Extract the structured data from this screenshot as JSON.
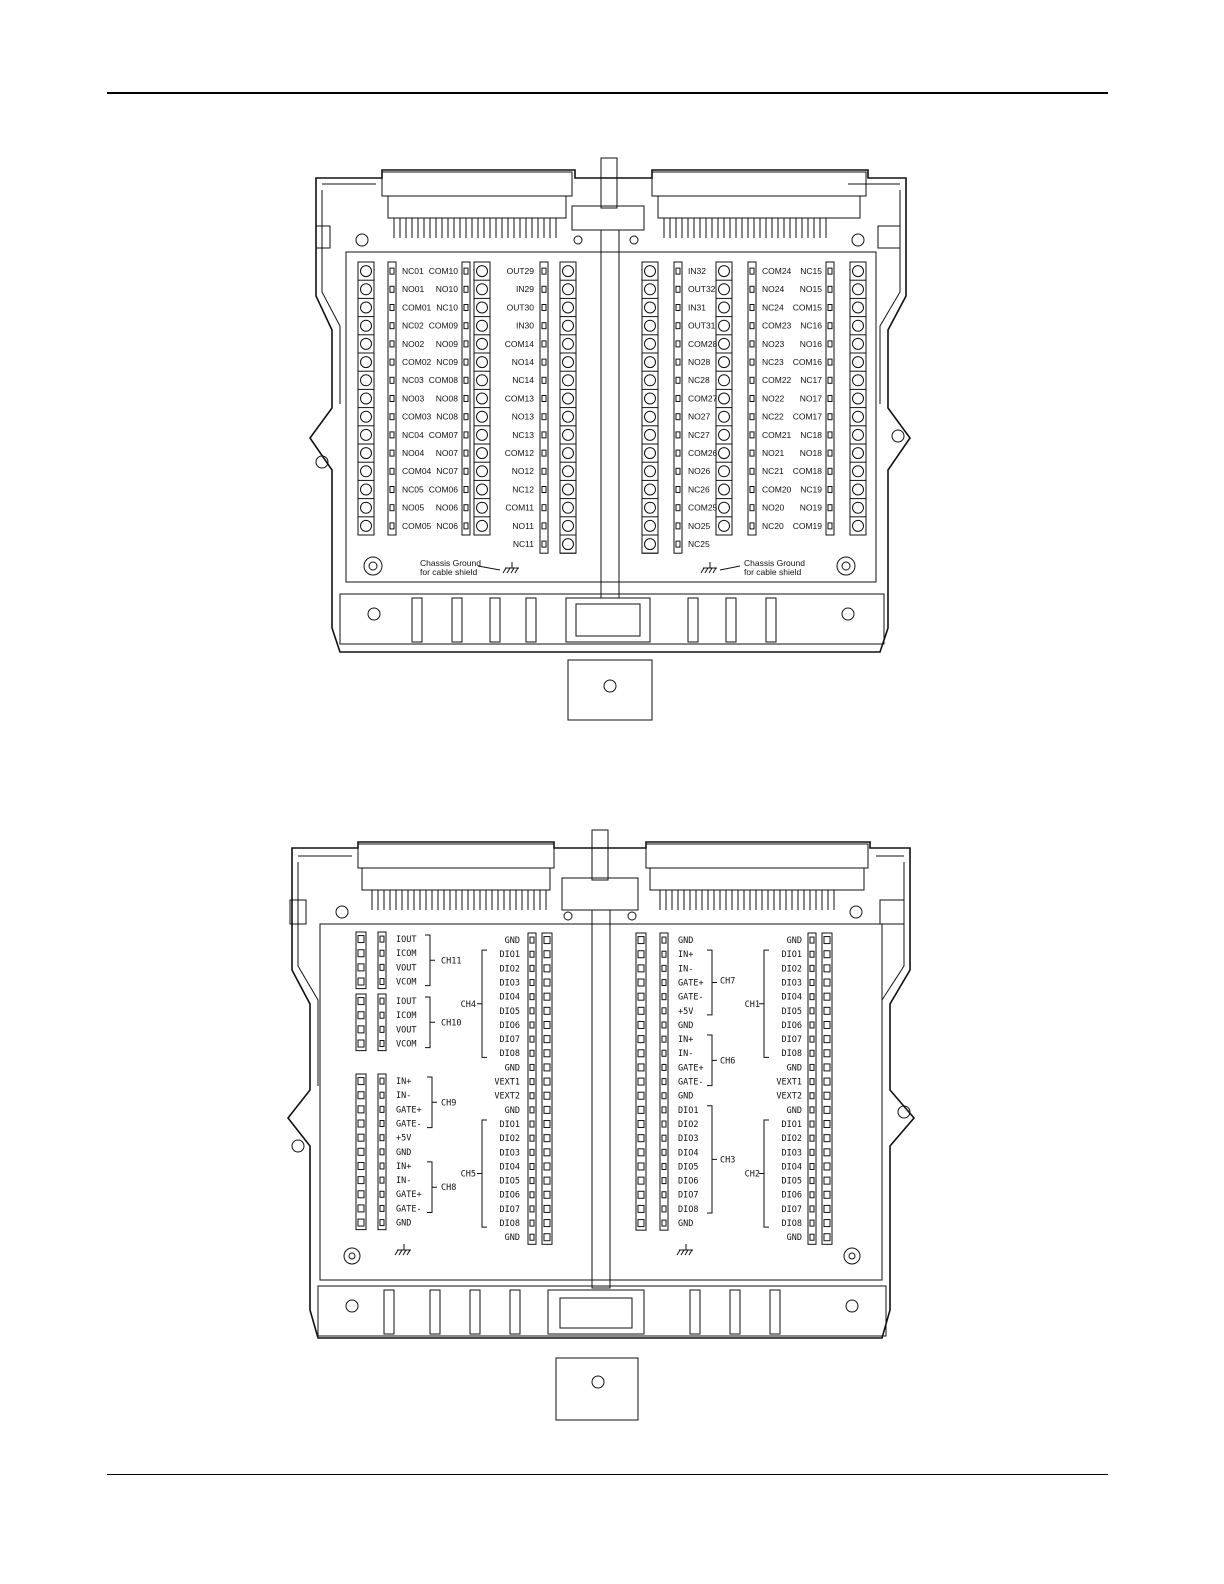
{
  "diagram1": {
    "blockA": {
      "left": [
        "NC01",
        "NO01",
        "COM01",
        "NC02",
        "NO02",
        "COM02",
        "NC03",
        "NO03",
        "COM03",
        "NC04",
        "NO04",
        "COM04",
        "NC05",
        "NO05",
        "COM05"
      ],
      "right": [
        "COM10",
        "NO10",
        "NC10",
        "COM09",
        "NO09",
        "NC09",
        "COM08",
        "NO08",
        "NC08",
        "COM07",
        "NO07",
        "NC07",
        "COM06",
        "NO06",
        "NC06"
      ]
    },
    "blockB": [
      "OUT29",
      "IN29",
      "OUT30",
      "IN30",
      "COM14",
      "NO14",
      "NC14",
      "COM13",
      "NO13",
      "NC13",
      "COM12",
      "NO12",
      "NC12",
      "COM11",
      "NO11",
      "NC11"
    ],
    "blockC": [
      "IN32",
      "OUT32",
      "IN31",
      "OUT31",
      "COM28",
      "NO28",
      "NC28",
      "COM27",
      "NO27",
      "NC27",
      "COM26",
      "NO26",
      "NC26",
      "COM25",
      "NO25",
      "NC25"
    ],
    "blockD": {
      "left": [
        "COM24",
        "NO24",
        "NC24",
        "COM23",
        "NO23",
        "NC23",
        "COM22",
        "NO22",
        "NC22",
        "COM21",
        "NO21",
        "NC21",
        "COM20",
        "NO20",
        "NC20"
      ],
      "right": [
        "NC15",
        "NO15",
        "COM15",
        "NC16",
        "NO16",
        "COM16",
        "NC17",
        "NO17",
        "COM17",
        "NC18",
        "NO18",
        "COM18",
        "NC19",
        "NO19",
        "COM19"
      ]
    },
    "chassis": {
      "line1": "Chassis Ground",
      "line2": "for cable shield"
    }
  },
  "diagram2": {
    "ch11": {
      "name": "CH11",
      "pins": [
        "IOUT",
        "ICOM",
        "VOUT",
        "VCOM"
      ]
    },
    "ch10": {
      "name": "CH10",
      "pins": [
        "IOUT",
        "ICOM",
        "VOUT",
        "VCOM"
      ]
    },
    "ch9": {
      "name": "CH9",
      "pins": [
        "IN+",
        "IN-",
        "GATE+",
        "GATE-",
        "+5V",
        "GND"
      ]
    },
    "ch8": {
      "name": "CH8",
      "pins": [
        "IN+",
        "IN-",
        "GATE+",
        "GATE-",
        "GND"
      ]
    },
    "colB": [
      "GND",
      "DIO1",
      "DIO2",
      "DIO3",
      "DIO4",
      "DIO5",
      "DIO6",
      "DIO7",
      "DIO8",
      "GND",
      "VEXT1",
      "VEXT2",
      "GND",
      "DIO1",
      "DIO2",
      "DIO3",
      "DIO4",
      "DIO5",
      "DIO6",
      "DIO7",
      "DIO8",
      "GND"
    ],
    "colB_groups": [
      "CH4",
      "CH5"
    ],
    "colC": [
      "GND",
      "IN+",
      "IN-",
      "GATE+",
      "GATE-",
      "+5V",
      "GND",
      "IN+",
      "IN-",
      "GATE+",
      "GATE-",
      "GND",
      "DIO1",
      "DIO2",
      "DIO3",
      "DIO4",
      "DIO5",
      "DIO6",
      "DIO7",
      "DIO8",
      "GND"
    ],
    "colC_groups": [
      "CH7",
      "CH6",
      "CH3"
    ],
    "colD": [
      "GND",
      "DIO1",
      "DIO2",
      "DIO3",
      "DIO4",
      "DIO5",
      "DIO6",
      "DIO7",
      "DIO8",
      "GND",
      "VEXT1",
      "VEXT2",
      "GND",
      "DIO1",
      "DIO2",
      "DIO3",
      "DIO4",
      "DIO5",
      "DIO6",
      "DIO7",
      "DIO8",
      "GND"
    ],
    "colD_groups": [
      "CH1",
      "CH2"
    ]
  }
}
